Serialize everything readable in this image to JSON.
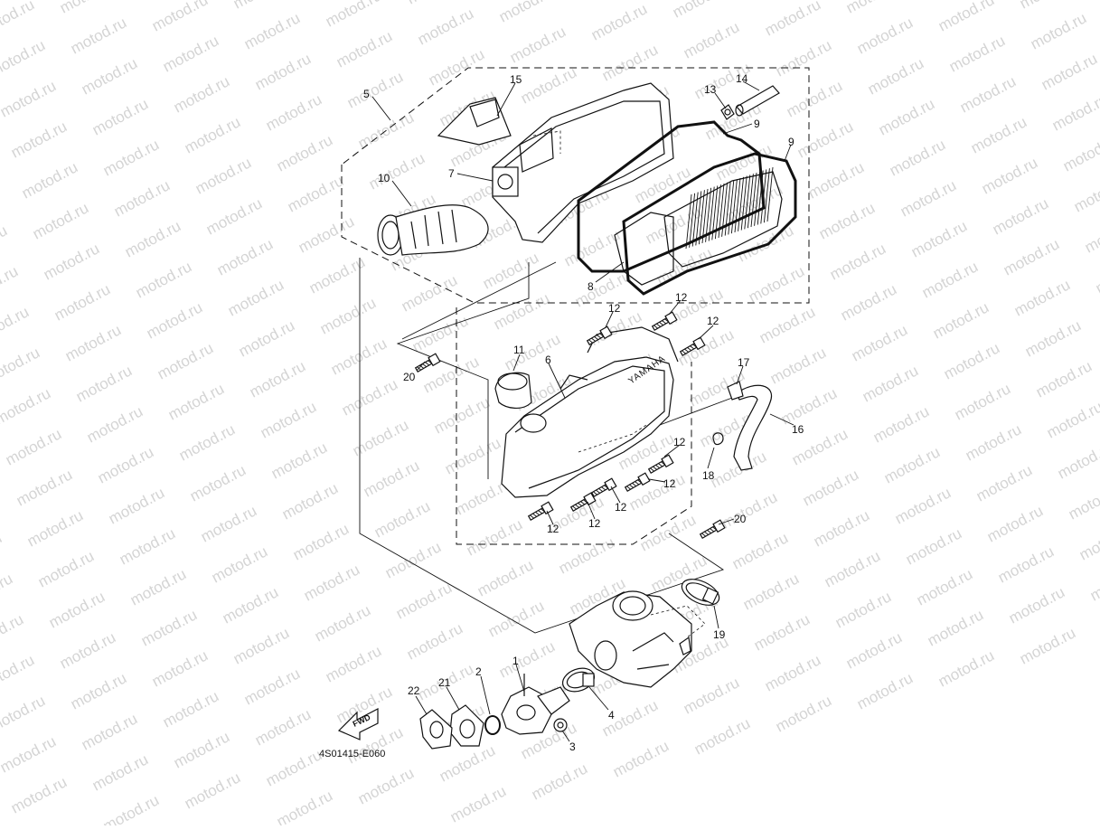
{
  "watermark": {
    "text": "motod.ru"
  },
  "diagram": {
    "code": "4S01415-E060",
    "fwd_label": "FWD",
    "brand_text": "YAMAHA",
    "callouts": [
      {
        "id": "c5",
        "text": "5"
      },
      {
        "id": "c15",
        "text": "15"
      },
      {
        "id": "c13",
        "text": "13"
      },
      {
        "id": "c14",
        "text": "14"
      },
      {
        "id": "c9a",
        "text": "9"
      },
      {
        "id": "c9b",
        "text": "9"
      },
      {
        "id": "c7",
        "text": "7"
      },
      {
        "id": "c10",
        "text": "10"
      },
      {
        "id": "c8",
        "text": "8"
      },
      {
        "id": "c12a",
        "text": "12"
      },
      {
        "id": "c12b",
        "text": "12"
      },
      {
        "id": "c12c",
        "text": "12"
      },
      {
        "id": "c20a",
        "text": "20"
      },
      {
        "id": "c11",
        "text": "11"
      },
      {
        "id": "c6",
        "text": "6"
      },
      {
        "id": "c17",
        "text": "17"
      },
      {
        "id": "c16",
        "text": "16"
      },
      {
        "id": "c12d",
        "text": "12"
      },
      {
        "id": "c18",
        "text": "18"
      },
      {
        "id": "c12e",
        "text": "12"
      },
      {
        "id": "c12f",
        "text": "12"
      },
      {
        "id": "c12g",
        "text": "12"
      },
      {
        "id": "c12h",
        "text": "12"
      },
      {
        "id": "c20b",
        "text": "20"
      },
      {
        "id": "c19",
        "text": "19"
      },
      {
        "id": "c1",
        "text": "1"
      },
      {
        "id": "c2",
        "text": "2"
      },
      {
        "id": "c21",
        "text": "21"
      },
      {
        "id": "c22",
        "text": "22"
      },
      {
        "id": "c4",
        "text": "4"
      },
      {
        "id": "c3",
        "text": "3"
      }
    ]
  }
}
